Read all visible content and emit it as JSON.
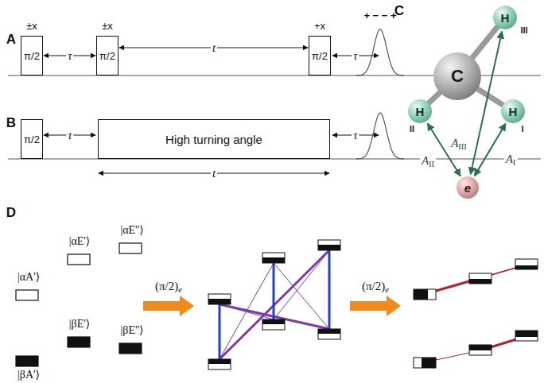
{
  "diagram": {
    "nodes": [
      {
        "text": [
          "π/2",
          "±x"
        ]
      },
      {
        "text": [
          "π/2",
          "±x"
        ]
      },
      {
        "text": [
          "π/2",
          "+x"
        ]
      },
      {
        "text": [
          "π/2"
        ]
      },
      {
        "text": [
          "High turning angle"
        ]
      },
      {
        "text": [
          "H",
          "III"
        ]
      },
      {
        "text": [
          "C"
        ]
      },
      {
        "text": [
          "H",
          "II"
        ]
      },
      {
        "text": [
          "H",
          "I"
        ]
      },
      {
        "text": [
          "e"
        ]
      }
    ],
    "edges": [
      {
        "from": 6,
        "to": 5,
        "arrow": "none"
      },
      {
        "from": 6,
        "to": 7,
        "arrow": "none"
      },
      {
        "from": 6,
        "to": 8,
        "arrow": "none"
      },
      {
        "from": 9,
        "to": 5,
        "arrow": "both",
        "label": "AIII"
      },
      {
        "from": 9,
        "to": 7,
        "arrow": "both",
        "label": "AII"
      },
      {
        "from": 9,
        "to": 8,
        "arrow": "both",
        "label": "AI"
      }
    ],
    "labels": [
      "A",
      "τ",
      "t",
      "τ",
      "+ − − +",
      "B",
      "τ",
      "t",
      "τ",
      "C",
      "D",
      "|αA'⟩",
      "|αE'⟩",
      "|αE''⟩",
      "|βE'⟩",
      "|βE''⟩",
      "|βA'⟩",
      "(π/2)e",
      "(π/2)e"
    ]
  }
}
